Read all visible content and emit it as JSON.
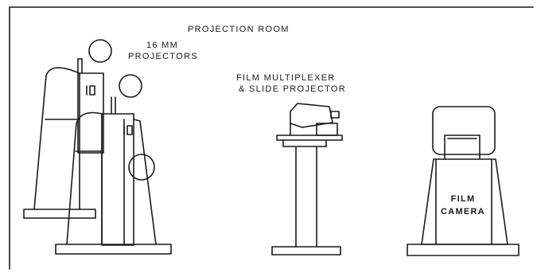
{
  "title": "PROJECTION ROOM",
  "projectors": {
    "label_line1": "16 MM",
    "label_line2": "PROJECTORS"
  },
  "multiplexer": {
    "label_line1": "FILM MULTIPLEXER",
    "label_line2": "& SLIDE PROJECTOR"
  },
  "camera": {
    "label_line1": "FILM",
    "label_line2": "CAMERA"
  },
  "colors": {
    "line": "#1a1a1a",
    "background": "#ffffff"
  }
}
